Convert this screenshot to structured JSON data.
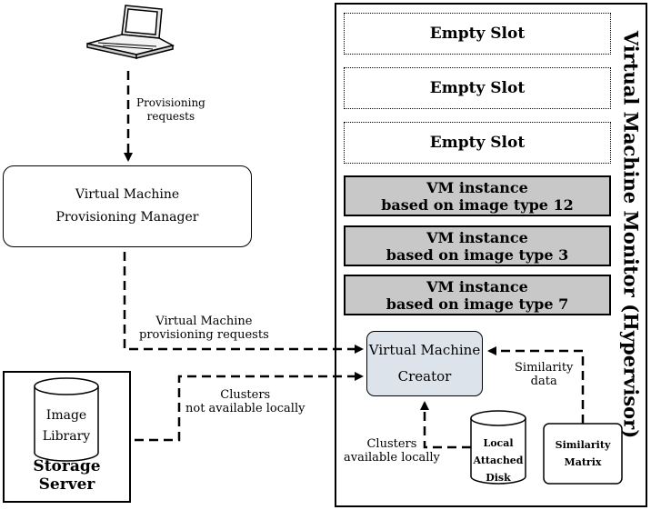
{
  "hypervisor": {
    "title": "Virtual Machine Monitor (Hypervisor)"
  },
  "slots": [
    {
      "label": "Empty Slot"
    },
    {
      "label": "Empty Slot"
    },
    {
      "label": "Empty Slot"
    }
  ],
  "vm_instances": [
    {
      "line1": "VM instance",
      "line2": "based on image type 12"
    },
    {
      "line1": "VM instance",
      "line2": "based on image type 3"
    },
    {
      "line1": "VM instance",
      "line2": "based on image type 7"
    }
  ],
  "manager": {
    "line1": "Virtual Machine",
    "line2": "Provisioning Manager"
  },
  "creator": {
    "line1": "Virtual Machine",
    "line2": "Creator"
  },
  "labels": {
    "provisioning_requests_1": "Provisioning",
    "provisioning_requests_2": "requests",
    "vm_requests_1": "Virtual Machine",
    "vm_requests_2": "provisioning requests",
    "clusters_remote_1": "Clusters",
    "clusters_remote_2": "not available locally",
    "clusters_local_1": "Clusters",
    "clusters_local_2": "available locally",
    "similarity_data_1": "Similarity",
    "similarity_data_2": "data"
  },
  "image_library": {
    "line1": "Image",
    "line2": "Library"
  },
  "storage_server": {
    "label": "Storage Server"
  },
  "local_disk": {
    "line1": "Local",
    "line2": "Attached",
    "line3": "Disk"
  },
  "similarity_matrix": {
    "line1": "Similarity",
    "line2": "Matrix"
  }
}
